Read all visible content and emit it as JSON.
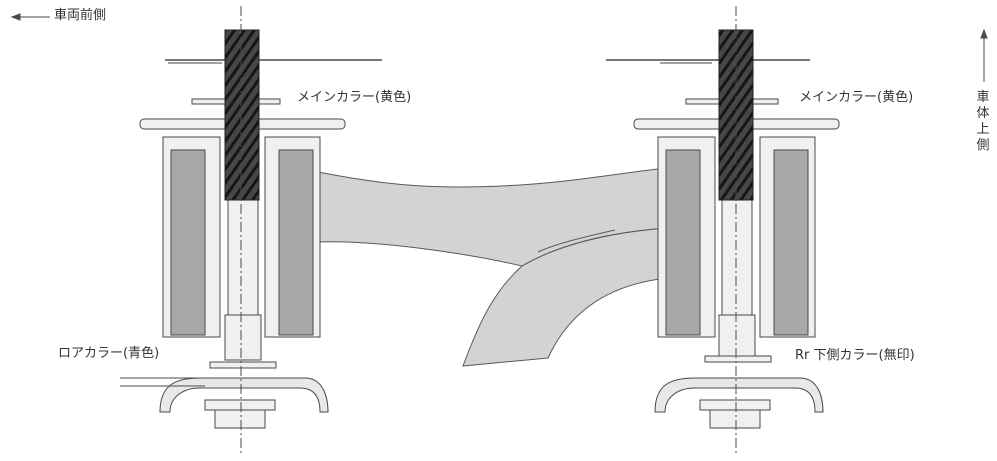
{
  "labels": {
    "vehicle_front": "車両前側",
    "vehicle_up": "車体上側",
    "main_collar_left": "メインカラー(黄色)",
    "main_collar_right": "メインカラー(黄色)",
    "lower_collar": "ロアカラー(青色)",
    "rr_lower_collar": "Rr 下側カラー(無印)"
  },
  "colors": {
    "bolt_thread": "#3a3a3a",
    "bushing_rubber": "#a8a8a8",
    "arm_body": "#d3d3d3",
    "sleeve": "#f0f0f0",
    "line": "#4a4a4a"
  }
}
